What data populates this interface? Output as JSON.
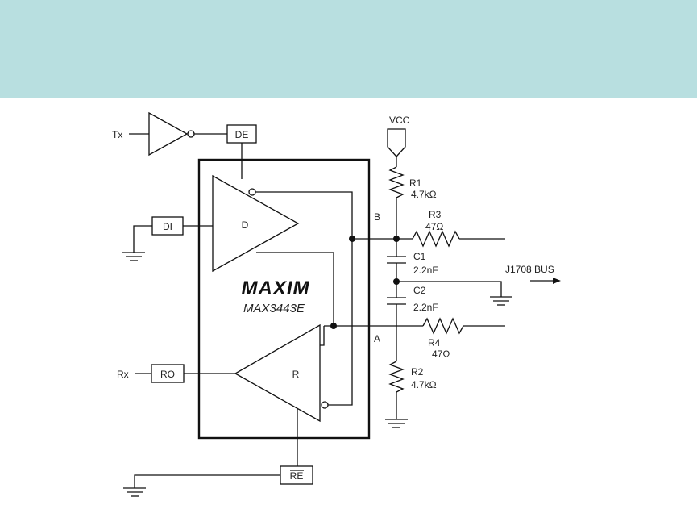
{
  "colors": {
    "banner": "#b8dfe0",
    "ink": "#111111"
  },
  "logo": "MAXIM",
  "part_number": "MAX3443E",
  "signals": {
    "tx": "Tx",
    "rx": "Rx",
    "vcc": "VCC"
  },
  "pins": {
    "de": "DE",
    "di": "DI",
    "ro": "RO",
    "re": "RE",
    "a": "A",
    "b": "B"
  },
  "blocks": {
    "driver": "D",
    "receiver": "R"
  },
  "components": {
    "r1": {
      "ref": "R1",
      "value": "4.7kΩ"
    },
    "r2": {
      "ref": "R2",
      "value": "4.7kΩ"
    },
    "r3": {
      "ref": "R3",
      "value": "47Ω"
    },
    "r4": {
      "ref": "R4",
      "value": "47Ω"
    },
    "c1": {
      "ref": "C1",
      "value": "2.2nF"
    },
    "c2": {
      "ref": "C2",
      "value": "2.2nF"
    }
  },
  "bus_label": "J1708 BUS"
}
